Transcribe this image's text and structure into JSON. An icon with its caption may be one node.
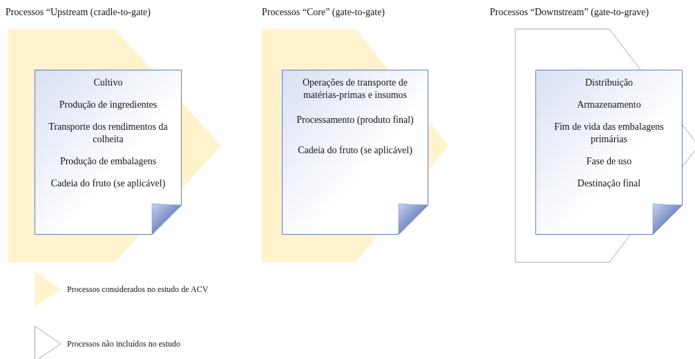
{
  "diagram": {
    "nodes": [
      {
        "text": [
          "Processos “Upstream (cradle-to-gate)"
        ]
      },
      {
        "text": [
          "Cultivo",
          "Produção de ingredientes",
          "Transporte dos rendimentos da colheita",
          "Produção de embalagens",
          "Cadeia do fruto (se aplicável)"
        ],
        "in": 0
      },
      {
        "text": [
          "Processos “Core” (gate-to-gate)"
        ]
      },
      {
        "text": [
          "Operações de transporte de matérias-primas e insumos",
          "Processamento (produto final)",
          "Cadeia do fruto (se aplicável)"
        ],
        "in": 2
      },
      {
        "text": [
          "Processos “Downstream” (gate-to-grave)"
        ]
      },
      {
        "text": [
          "Distribuição",
          "Armazenamento",
          "Fim de vida das embalagens primárias",
          "Fase de uso",
          "Destinação final"
        ],
        "in": 4
      }
    ],
    "edges": [],
    "legend": [
      {
        "text": "Processos considerados no estudo de ACV",
        "color": "#fff2cc"
      },
      {
        "text": "Processos não incluídos no estudo"
      }
    ]
  }
}
